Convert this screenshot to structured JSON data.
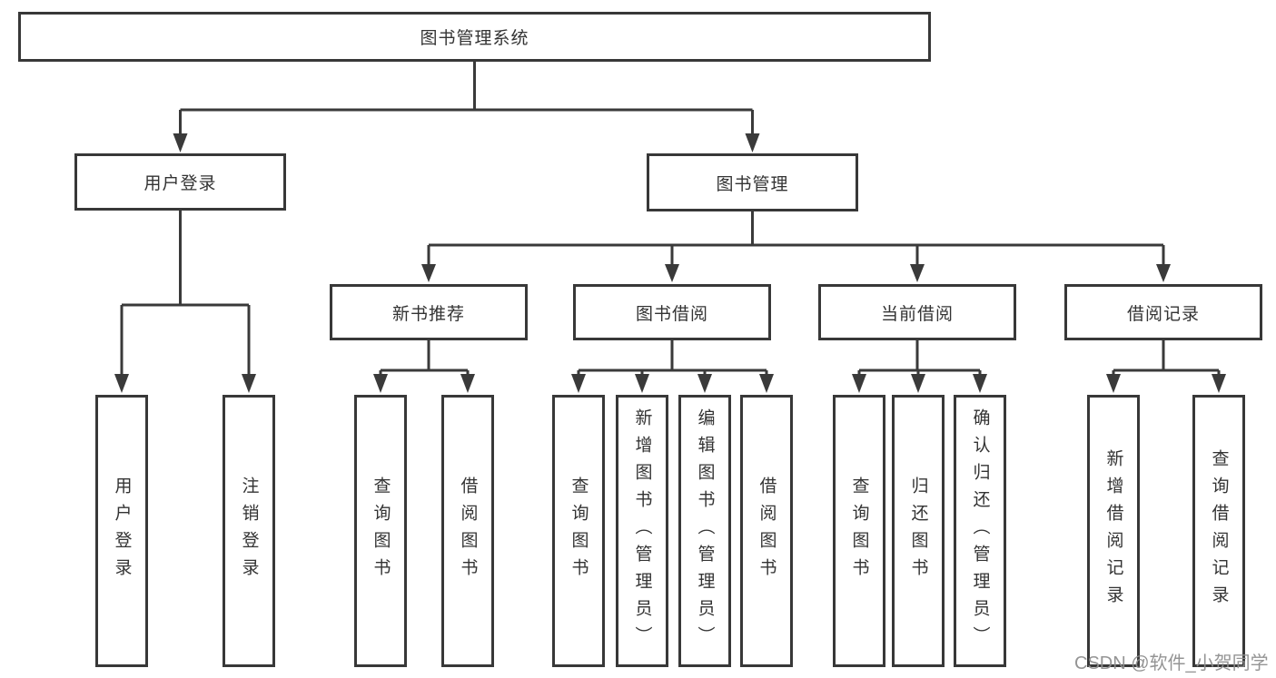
{
  "diagram_type": "tree",
  "tree": {
    "label": "图书管理系统",
    "children": [
      {
        "label": "用户登录",
        "children": [
          {
            "label": "用户登录"
          },
          {
            "label": "注销登录"
          }
        ]
      },
      {
        "label": "图书管理",
        "children": [
          {
            "label": "新书推荐",
            "children": [
              {
                "label": "查询图书"
              },
              {
                "label": "借阅图书"
              }
            ]
          },
          {
            "label": "图书借阅",
            "children": [
              {
                "label": "查询图书"
              },
              {
                "label": "新增图书（管理员）"
              },
              {
                "label": "编辑图书（管理员）"
              },
              {
                "label": "借阅图书"
              }
            ]
          },
          {
            "label": "当前借阅",
            "children": [
              {
                "label": "查询图书"
              },
              {
                "label": "归还图书"
              },
              {
                "label": "确认归还（管理员）"
              }
            ]
          },
          {
            "label": "借阅记录",
            "children": [
              {
                "label": "新增借阅记录"
              },
              {
                "label": "查询借阅记录"
              }
            ]
          }
        ]
      }
    ]
  },
  "watermark": {
    "text": "CSDN @软件_小贺同学"
  },
  "colors": {
    "line": "#3a3a3a",
    "box_border": "#383838",
    "text": "#333333",
    "watermark": "#8e8e8e",
    "background": "#ffffff"
  }
}
